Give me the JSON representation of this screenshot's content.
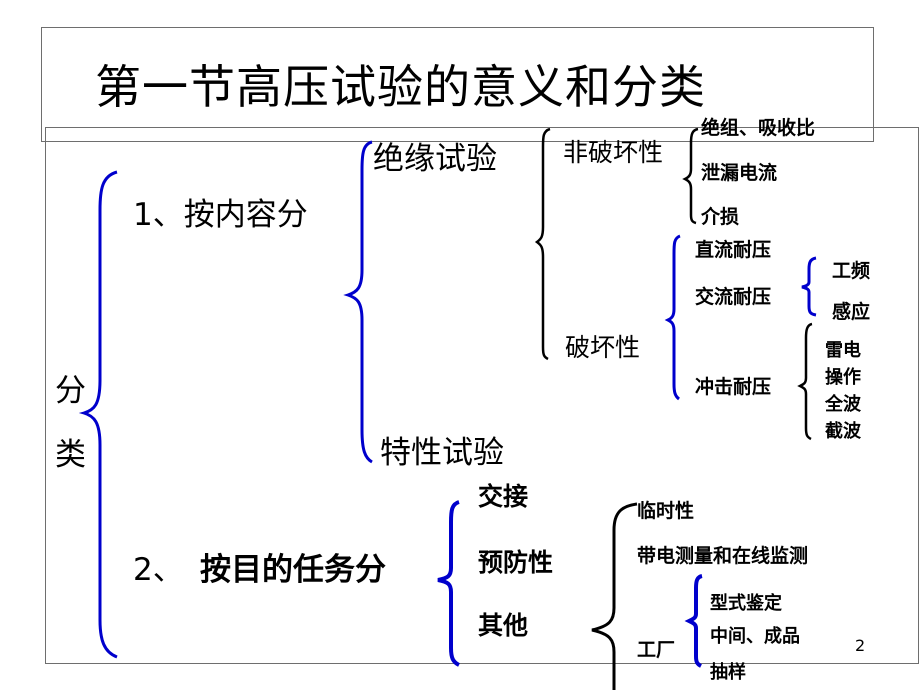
{
  "slide": {
    "title": "第一节高压试验的意义和分类",
    "page_number": "2",
    "colors": {
      "bracket_blue": "#0000cc",
      "bracket_black": "#000000",
      "border": "#6e6e6e"
    }
  },
  "tree": {
    "root": [
      "分",
      "类"
    ],
    "by_content": {
      "label": "1、按内容分",
      "insulation": {
        "label": "绝缘试验",
        "non_destructive": {
          "label": "非破坏性",
          "items": [
            "绝组、吸收比",
            "泄漏电流",
            "介损"
          ]
        },
        "destructive": {
          "label": "破坏性",
          "dc": "直流耐压",
          "ac": {
            "label": "交流耐压",
            "items": [
              "工频",
              "感应"
            ]
          },
          "impulse": {
            "label": "冲击耐压",
            "items": [
              "雷电",
              "操作",
              "全波",
              "截波"
            ]
          }
        }
      },
      "characteristic": "特性试验"
    },
    "by_purpose": {
      "label_prefix": "2、",
      "label": "按目的任务分",
      "items": [
        "交接",
        "预防性",
        "其他"
      ],
      "other": {
        "items": [
          "临时性",
          "带电测量和在线监测"
        ],
        "factory": {
          "label": "工厂",
          "items": [
            "型式鉴定",
            "中间、成品",
            "抽样"
          ]
        }
      }
    }
  }
}
